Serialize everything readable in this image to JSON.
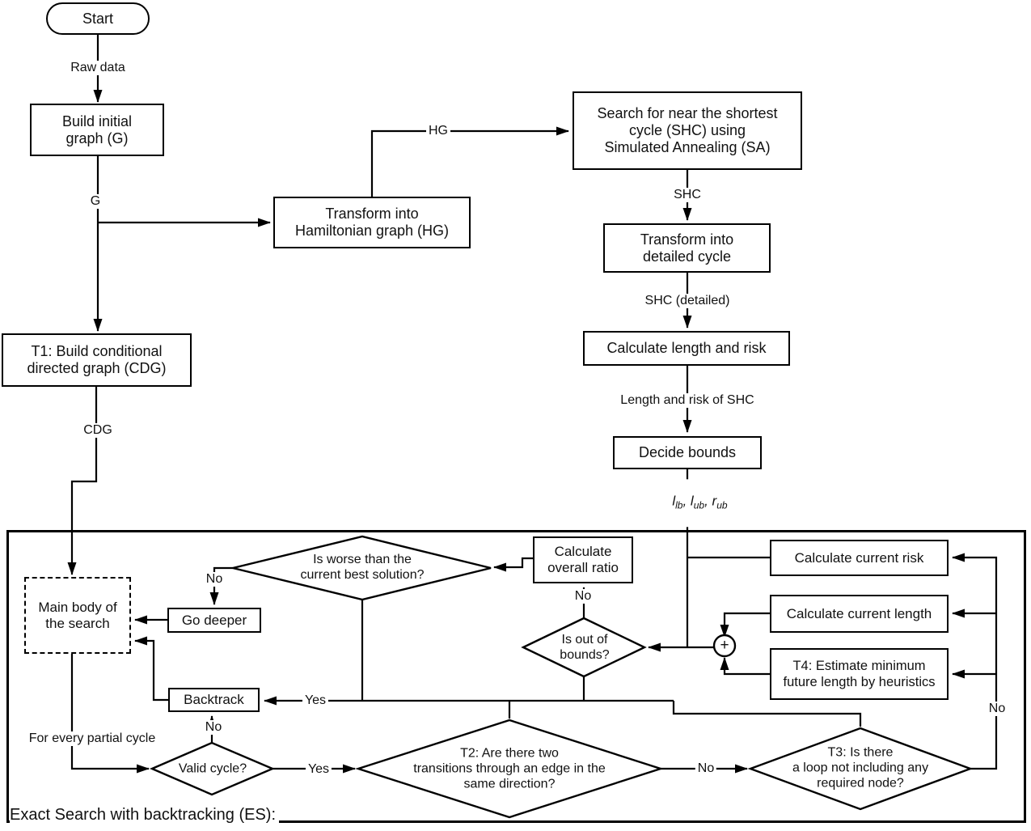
{
  "nodes": {
    "start": {
      "l1": "Start"
    },
    "build_initial": {
      "l1": "Build initial",
      "l2": "graph (G)"
    },
    "transform_hg": {
      "l1": "Transform into",
      "l2": "Hamiltonian graph (HG)"
    },
    "sa_search": {
      "l1": "Search for near the shortest",
      "l2": "cycle (SHC) using",
      "l3": "Simulated Annealing (SA)"
    },
    "transform_detailed": {
      "l1": "Transform into",
      "l2": "detailed cycle"
    },
    "calc_length_risk": {
      "l1": "Calculate length and risk"
    },
    "decide_bounds": {
      "l1": "Decide bounds"
    },
    "t1_cdg": {
      "l1": "T1: Build conditional",
      "l2": "directed graph (CDG)"
    },
    "main_body": {
      "l1": "Main body of",
      "l2": "the search"
    },
    "go_deeper": {
      "l1": "Go deeper"
    },
    "backtrack": {
      "l1": "Backtrack"
    },
    "calc_ratio": {
      "l1": "Calculate",
      "l2": "overall ratio"
    },
    "calc_risk": {
      "l1": "Calculate current risk"
    },
    "calc_length": {
      "l1": "Calculate current length"
    },
    "t4_estimate": {
      "l1": "T4: Estimate minimum",
      "l2": "future length by heuristics"
    },
    "is_worse": {
      "l1": "Is worse than the",
      "l2": "current best solution?"
    },
    "is_out_of_bounds": {
      "l1": "Is out of",
      "l2": "bounds?"
    },
    "valid_cycle": {
      "l1": "Valid cycle?"
    },
    "t2_two_transitions": {
      "l1": "T2: Are there two",
      "l2": "transitions through an edge in the",
      "l3": "same direction?"
    },
    "t3_loop": {
      "l1": "T3: Is there",
      "l2": "a loop not including any",
      "l3": "required node?"
    },
    "sum_junction": {
      "l1": "+"
    }
  },
  "edge_labels": {
    "raw_data": "Raw data",
    "g": "G",
    "hg": "HG",
    "shc": "SHC",
    "shc_detailed": "SHC (detailed)",
    "length_risk": "Length and risk of SHC",
    "bounds": {
      "v1": "l",
      "s1": "lb",
      "c1": ", ",
      "v2": "l",
      "s2": "ub",
      "c2": ", ",
      "v3": "r",
      "s3": "ub"
    },
    "no_go_deeper": "No",
    "yes_backtrack": "Yes",
    "no_backtrack": "No",
    "no_ratio": "No",
    "for_every_partial": "For every partial cycle",
    "yes_t2": "Yes",
    "no_t3": "No",
    "no_right": "No"
  },
  "container": {
    "label": "Exact Search with backtracking (ES):"
  },
  "colors": {
    "stroke": "#000000",
    "text": "#111111",
    "background": "#ffffff"
  }
}
